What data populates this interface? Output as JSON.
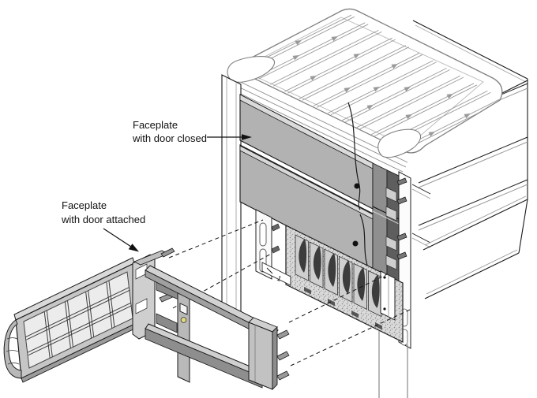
{
  "annotations": {
    "door_closed": {
      "line1": "Faceplate",
      "line2": "with door closed"
    },
    "door_attached": {
      "line1": "Faceplate",
      "line2": "with door attached"
    }
  },
  "drive_bay": {
    "slot_plate_label": "1",
    "drive_count": 6
  },
  "colors": {
    "background": "#ffffff",
    "ink": "#000000",
    "faceplate_gray": "#b2b2b2",
    "panel_shadow": "#8f8f8f",
    "led_yellow": "#ded87f",
    "cage_speckle": "#d6d6d6",
    "drive_blade": "#3c3c3c"
  }
}
